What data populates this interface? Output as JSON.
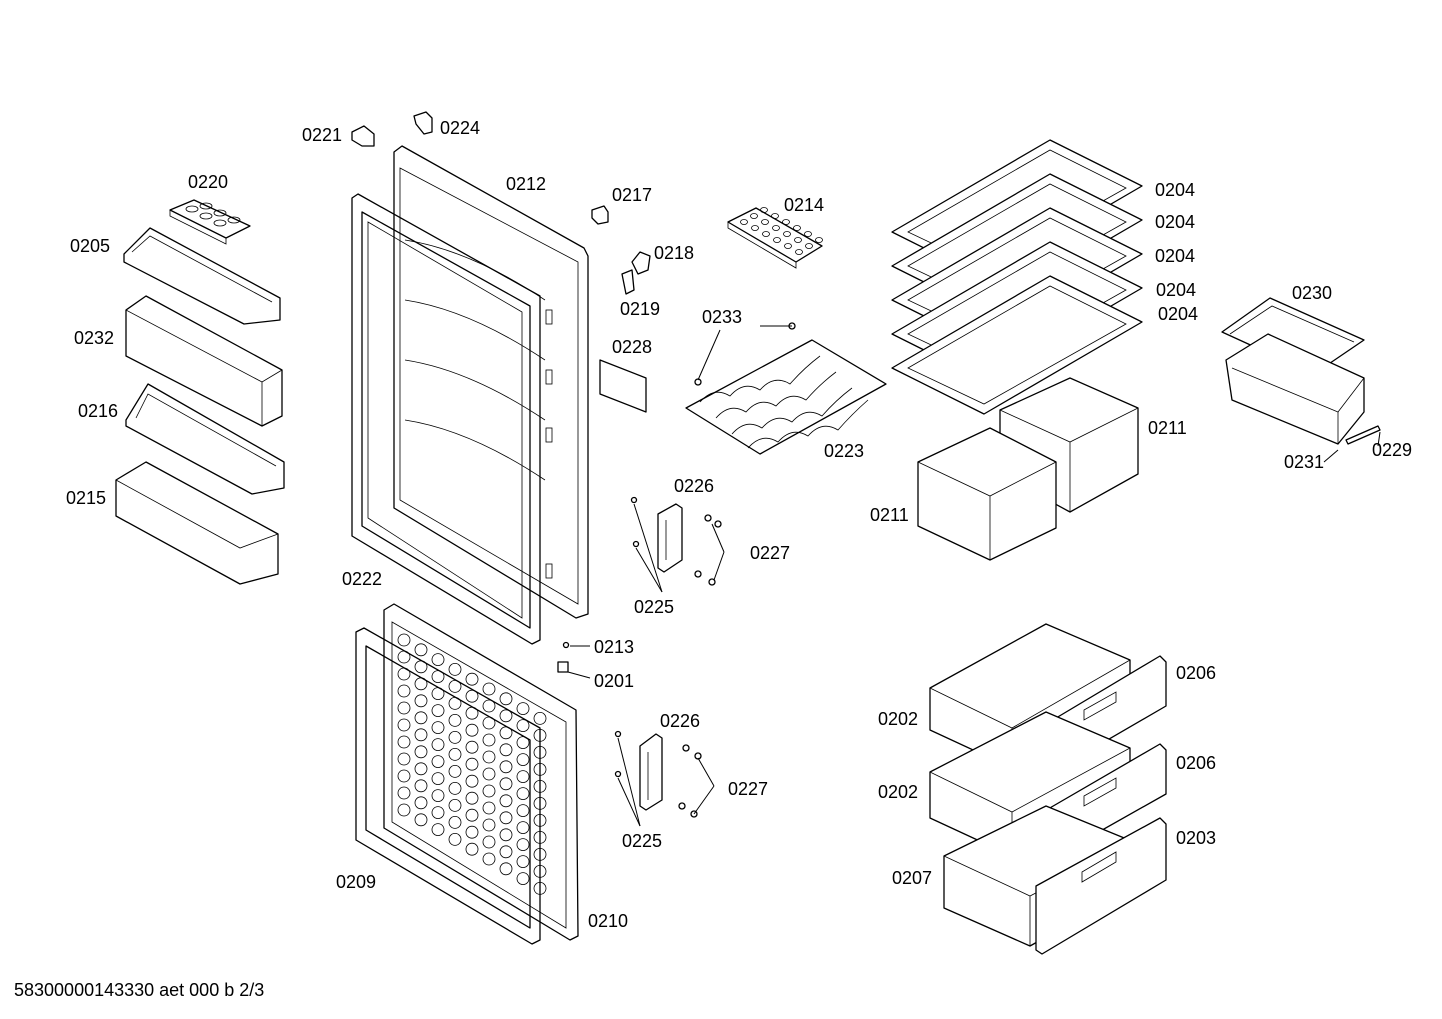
{
  "footer": "58300000143330 aet 000 b 2/3",
  "labels": {
    "p0221": "0221",
    "p0224": "0224",
    "p0220": "0220",
    "p0212": "0212",
    "p0217": "0217",
    "p0214": "0214",
    "p0204a": "0204",
    "p0204b": "0204",
    "p0204c": "0204",
    "p0204d": "0204",
    "p0204e": "0204",
    "p0205": "0205",
    "p0218": "0218",
    "p0219": "0219",
    "p0233": "0233",
    "p0230": "0230",
    "p0232": "0232",
    "p0228": "0228",
    "p0216": "0216",
    "p0211a": "0211",
    "p0229": "0229",
    "p0231": "0231",
    "p0223": "0223",
    "p0226a": "0226",
    "p0215": "0215",
    "p0211b": "0211",
    "p0227a": "0227",
    "p0222": "0222",
    "p0225a": "0225",
    "p0213": "0213",
    "p0201": "0201",
    "p0206a": "0206",
    "p0226b": "0226",
    "p0202a": "0202",
    "p0206b": "0206",
    "p0227b": "0227",
    "p0202b": "0202",
    "p0203": "0203",
    "p0225b": "0225",
    "p0207": "0207",
    "p0209": "0209",
    "p0210": "0210"
  }
}
